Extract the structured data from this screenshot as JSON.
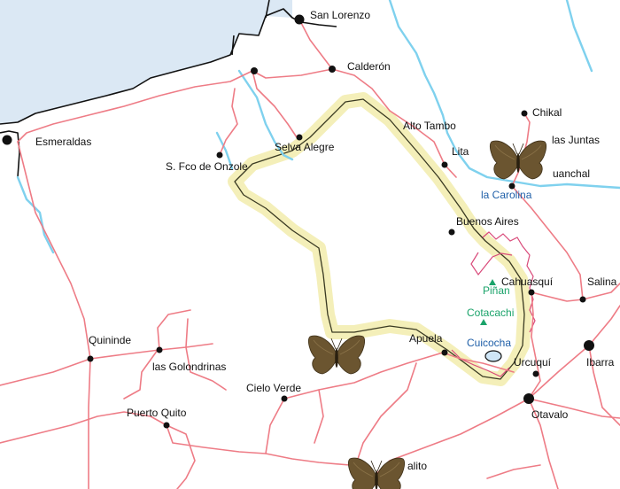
{
  "map": {
    "colors": {
      "sea": "#dbe8f4",
      "road": "#ee7c86",
      "river": "#7fd1ee",
      "range_fill": "#f7f3c8",
      "range_line": "#3a3a22",
      "park": "#1aa36a",
      "blue_label": "#1f5fa8",
      "butterfly": "#6b5530"
    },
    "places": {
      "san_lorenzo": "San Lorenzo",
      "calderon": "Calderón",
      "esmeraldas": "Esmeraldas",
      "alto_tambo": "Alto Tambo",
      "chikal": "Chikal",
      "las_juntas": "las Juntas",
      "uanchal": "uanchal",
      "lita": "Lita",
      "selva_alegre": "Selva Alegre",
      "s_fco_de_onzole": "S. Fco de Onzole",
      "la_carolina": "la Carolina",
      "buenos_aires": "Buenos Aires",
      "pinan": "Piñan",
      "cahuasqui": "Cahuasquí",
      "salina": "Salina",
      "cotacachi": "Cotacachi",
      "cuicocha": "Cuicocha",
      "urcuqui": "Urcuquí",
      "ibarra": "Ibarra",
      "otavalo": "Otavalo",
      "apuela": "Apuela",
      "quininde": "Quininde",
      "las_golondrinas": "las Golondrinas",
      "cielo_verde": "Cielo Verde",
      "puerto_quito": "Puerto Quito",
      "alito": "alito"
    },
    "icons": {
      "town": "town-dot-icon",
      "peak": "peak-triangle-icon",
      "lake": "lake-icon",
      "butterfly": "butterfly-icon"
    }
  }
}
